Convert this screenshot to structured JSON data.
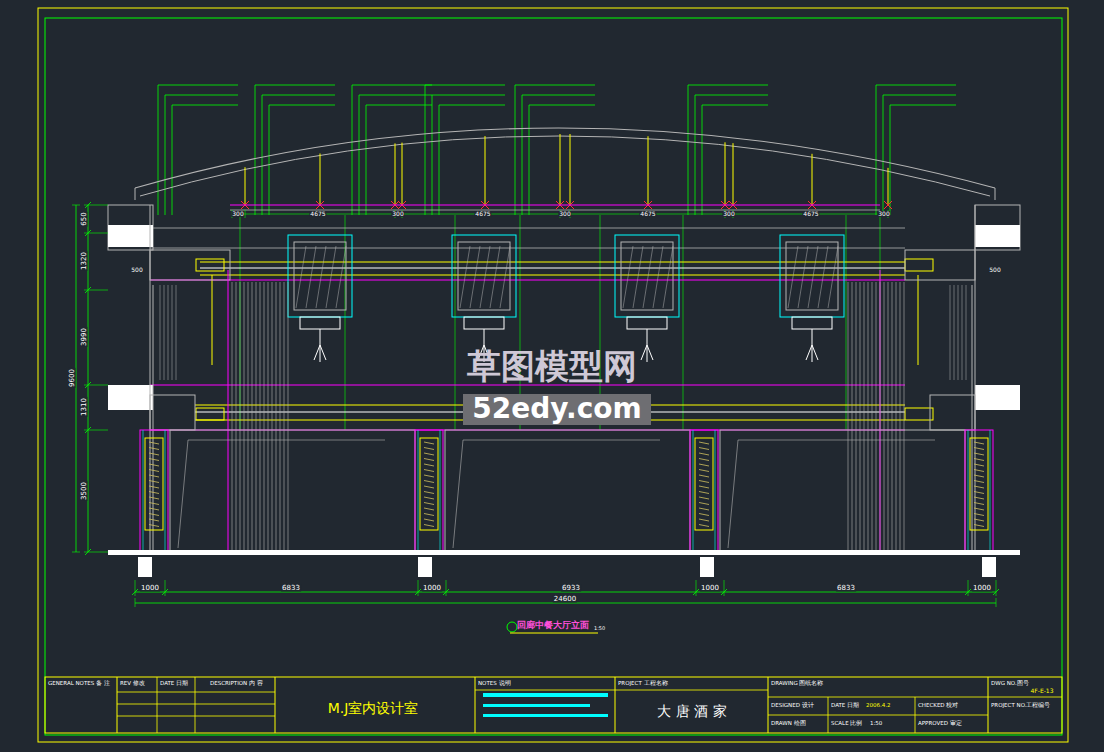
{
  "diagram": {
    "caption": "回廊中餐大厅立面",
    "labels": [
      "650",
      "1320",
      "3990",
      "1310",
      "3500",
      "9600",
      "500",
      "500",
      "300",
      "4675",
      "300",
      "4675",
      "300",
      "4675",
      "300",
      "4675",
      "300",
      "1000",
      "6833",
      "1000",
      "6933",
      "1000",
      "6833",
      "1000",
      "24600",
      "1:50",
      "草图模型网",
      "52edy.com",
      "GENERAL NOTES 备 注",
      "REV 修改",
      "DATE 日期",
      "DESCRIPTION 内 容",
      "M.J室内设计室",
      "NOTES 说明",
      "PROJECT 工程名称",
      "大 唐 酒 家",
      "DRAWING 图纸名称",
      "DESIGNED 设计",
      "DATE 日期",
      "2006.4.2",
      "CHECKED 校对",
      "DRAWN 绘图",
      "SCALE 比例",
      "1:50",
      "APPROVED 审定",
      "DWG NO.图号",
      "4F-E-13",
      "PROJECT NO.工程编号"
    ]
  }
}
